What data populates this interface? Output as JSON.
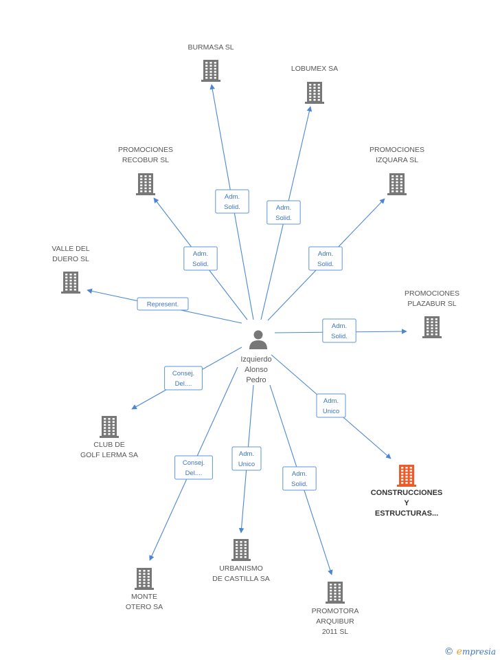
{
  "center": {
    "name_lines": [
      "Izquierdo",
      "Alonso",
      "Pedro"
    ],
    "icon": "person-icon"
  },
  "companies": [
    {
      "id": "burmasa",
      "lines": [
        "BURMASA SL"
      ],
      "relation": [
        "Adm.",
        "Solid."
      ],
      "focus": false
    },
    {
      "id": "lobumex",
      "lines": [
        "LOBUMEX SA"
      ],
      "relation": [
        "Adm.",
        "Solid."
      ],
      "focus": false
    },
    {
      "id": "recobur",
      "lines": [
        "PROMOCIONES",
        "RECOBUR SL"
      ],
      "relation": [
        "Adm.",
        "Solid."
      ],
      "focus": false
    },
    {
      "id": "izquara",
      "lines": [
        "PROMOCIONES",
        "IZQUARA SL"
      ],
      "relation": [
        "Adm.",
        "Solid."
      ],
      "focus": false
    },
    {
      "id": "valle",
      "lines": [
        "VALLE DEL",
        "DUERO SL"
      ],
      "relation": [
        "Represent."
      ],
      "focus": false
    },
    {
      "id": "plazabur",
      "lines": [
        "PROMOCIONES",
        "PLAZABUR SL"
      ],
      "relation": [
        "Adm.",
        "Solid."
      ],
      "focus": false
    },
    {
      "id": "golf",
      "lines": [
        "CLUB DE",
        "GOLF LERMA SA"
      ],
      "relation": [
        "Consej.",
        "Del...."
      ],
      "focus": false
    },
    {
      "id": "construcciones",
      "lines": [
        "CONSTRUCCIONES",
        "Y",
        "ESTRUCTURAS..."
      ],
      "relation": [
        "Adm.",
        "Unico"
      ],
      "focus": true
    },
    {
      "id": "monte",
      "lines": [
        "MONTE",
        "OTERO SA"
      ],
      "relation": [
        "Consej.",
        "Del...."
      ],
      "focus": false
    },
    {
      "id": "urbanismo",
      "lines": [
        "URBANISMO",
        "DE CASTILLA SA"
      ],
      "relation": [
        "Adm.",
        "Unico"
      ],
      "focus": false
    },
    {
      "id": "arquibur",
      "lines": [
        "PROMOTORA",
        "ARQUIBUR",
        "2011 SL"
      ],
      "relation": [
        "Adm.",
        "Solid."
      ],
      "focus": false
    }
  ],
  "colors": {
    "building": "#777777",
    "building_focus": "#f05a28",
    "edge": "#4a86d4",
    "person": "#777777"
  },
  "brand": {
    "copyright": "©",
    "initial": "e",
    "rest": "mpresia"
  }
}
